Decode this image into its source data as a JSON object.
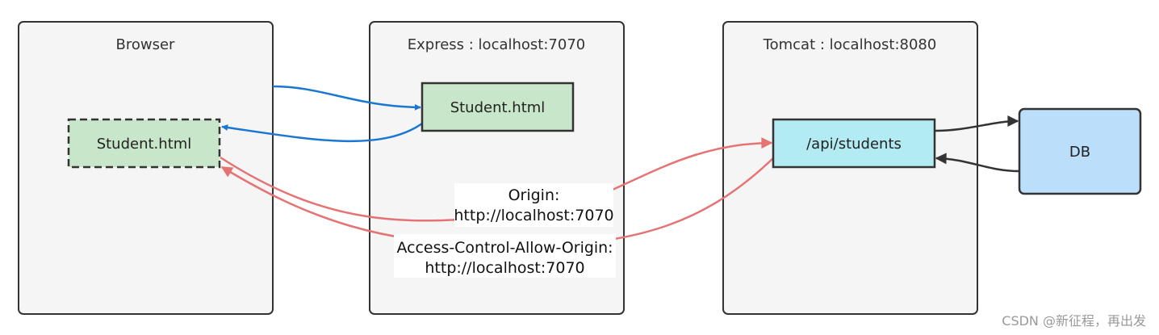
{
  "containers": {
    "browser": {
      "title": "Browser"
    },
    "express": {
      "title": "Express : localhost:7070"
    },
    "tomcat": {
      "title": "Tomcat : localhost:8080"
    }
  },
  "nodes": {
    "browser_student": {
      "label": "Student.html",
      "fill": "#c8e6c9",
      "style": "dashed"
    },
    "express_student": {
      "label": "Student.html",
      "fill": "#c8e6c9"
    },
    "api_students": {
      "label": "/api/students",
      "fill": "#b2ebf2"
    },
    "db": {
      "label": "DB",
      "fill": "#bbdefb"
    }
  },
  "edge_labels": {
    "origin": {
      "line1": "Origin:",
      "line2": "http://localhost:7070"
    },
    "acao": {
      "line1": "Access-Control-Allow-Origin:",
      "line2": "http://localhost:7070"
    }
  },
  "colors": {
    "blue_edge": "#1976d2",
    "red_edge": "#e57373",
    "dark_edge": "#333333"
  },
  "watermark": "CSDN @新征程，再出发"
}
